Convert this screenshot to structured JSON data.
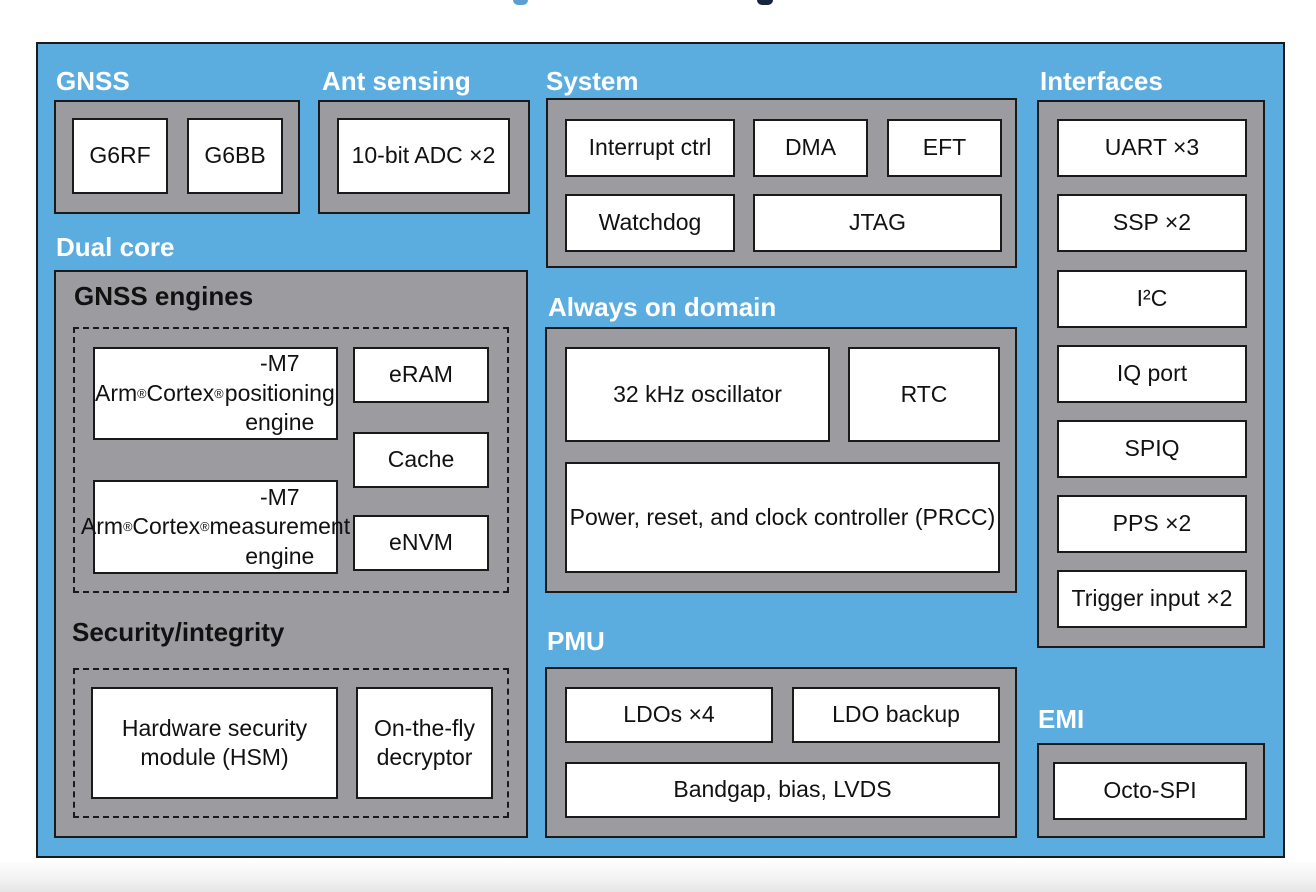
{
  "colors": {
    "chip_blue": "#5bade0",
    "block_gray": "#9c9ca0",
    "box_white": "#ffffff",
    "border_black": "#1a1a1a",
    "section_label_white": "#ffffff",
    "section_label_black": "#111111",
    "cropped_title_descender_blue": "#5b9fd4",
    "cropped_title_descender_navy": "#16243f"
  },
  "chip": {
    "gnss": {
      "label": "GNSS",
      "boxes": [
        "G6RF",
        "G6BB"
      ]
    },
    "ant_sensing": {
      "label": "Ant sensing",
      "boxes": [
        "10-bit ADC ×2"
      ]
    },
    "system": {
      "label": "System",
      "boxes": [
        "Interrupt ctrl",
        "DMA",
        "EFT",
        "Watchdog",
        "JTAG"
      ]
    },
    "interfaces": {
      "label": "Interfaces",
      "boxes": [
        "UART ×3",
        "SSP ×2",
        "I²C",
        "IQ port",
        "SPIQ",
        "PPS ×2",
        "Trigger input ×2"
      ]
    },
    "dual_core": {
      "label": "Dual core",
      "gnss_engines": {
        "label": "GNSS engines",
        "boxes": {
          "positioning": "Arm® Cortex®-M7 positioning engine",
          "eram": "eRAM",
          "cache": "Cache",
          "measurement": "Arm® Cortex®-M7 measurement engine",
          "envm": "eNVM"
        }
      },
      "security": {
        "label": "Security/integrity",
        "boxes": {
          "hsm": "Hardware security module (HSM)",
          "decryptor": "On-the-fly decryptor"
        }
      }
    },
    "always_on": {
      "label": "Always on domain",
      "boxes": [
        "32 kHz oscillator",
        "RTC",
        "Power, reset, and clock controller (PRCC)"
      ]
    },
    "pmu": {
      "label": "PMU",
      "boxes": [
        "LDOs ×4",
        "LDO backup",
        "Bandgap, bias, LVDS"
      ]
    },
    "emi": {
      "label": "EMI",
      "boxes": [
        "Octo-SPI"
      ]
    }
  }
}
